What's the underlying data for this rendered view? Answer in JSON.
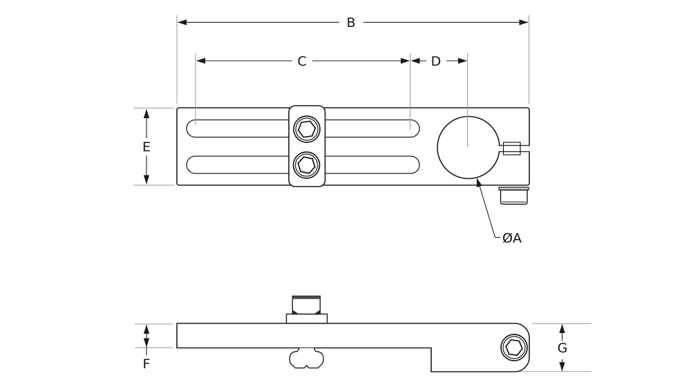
{
  "drawing": {
    "type": "engineering-two-view-drawing",
    "background_color": "#ffffff",
    "line_color": "#1a1a1a",
    "extension_line_color": "#999999",
    "labels": {
      "overall_length": "B",
      "slot_length": "C",
      "slot_to_bore": "D",
      "body_width": "E",
      "plate_thickness": "F",
      "clamp_height": "G",
      "bore_diameter": "ØA"
    }
  }
}
